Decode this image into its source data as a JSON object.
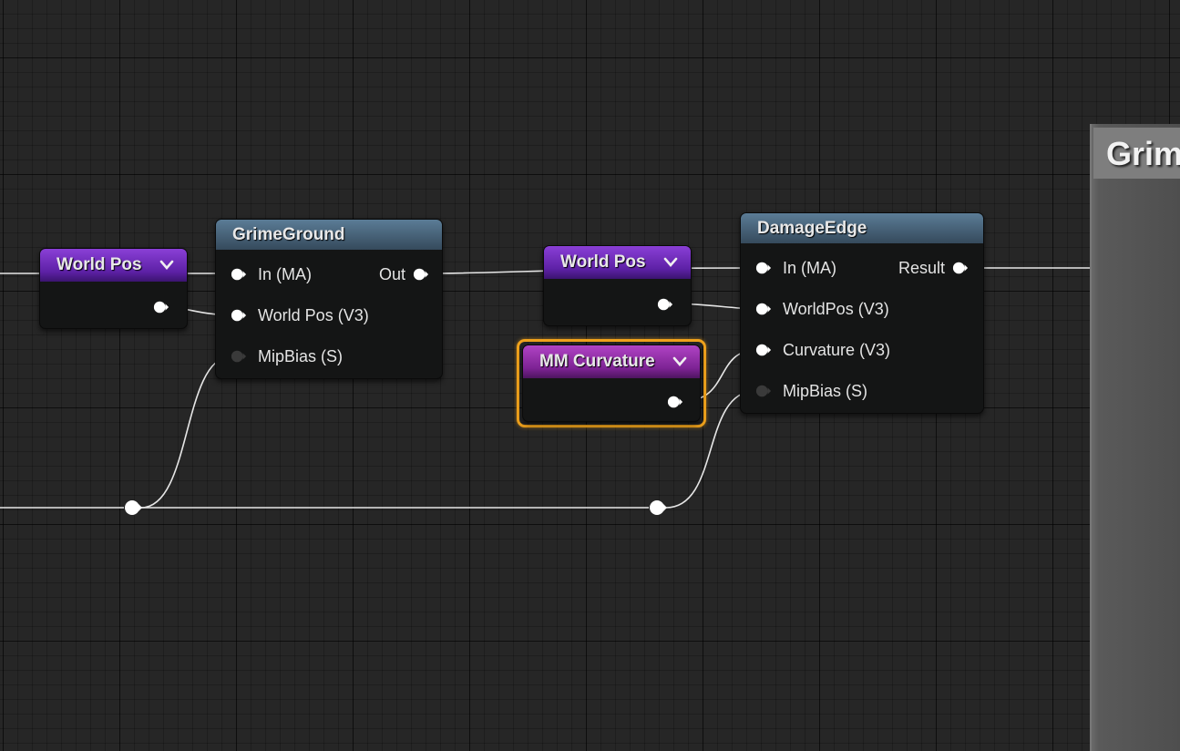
{
  "comment": {
    "title": "Grim"
  },
  "nodes": {
    "world_pos_1": {
      "title": "World Pos"
    },
    "grime_ground": {
      "title": "GrimeGround",
      "inputs": [
        "In (MA)",
        "World Pos (V3)",
        "MipBias (S)"
      ],
      "output": "Out"
    },
    "world_pos_2": {
      "title": "World Pos"
    },
    "mm_curvature": {
      "title": "MM Curvature"
    },
    "damage_edge": {
      "title": "DamageEdge",
      "inputs": [
        "In (MA)",
        "WorldPos (V3)",
        "Curvature (V3)",
        "MipBias (S)"
      ],
      "output": "Result"
    }
  },
  "colors": {
    "wire": "#e6e6e6",
    "pin_connected": "#ffffff",
    "pin_unconnected": "#3a3a3a",
    "selection": "#f0a21c",
    "function_header": "#4a6a82",
    "parameter_header": "#6a2bbf",
    "curvature_header": "#962fae"
  }
}
